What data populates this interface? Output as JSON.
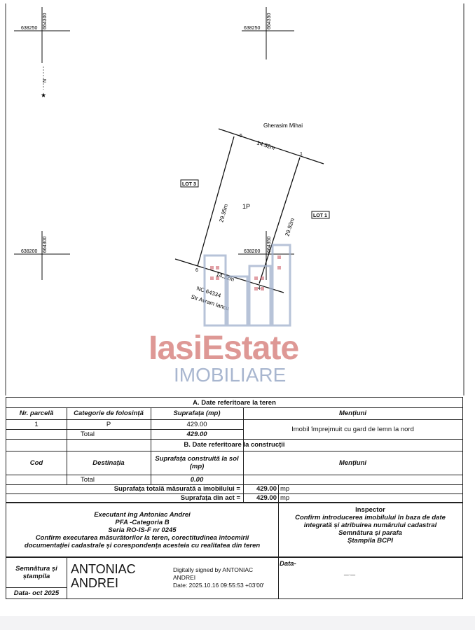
{
  "plan": {
    "corners": {
      "tl_x": "638250",
      "tl_y": "664300",
      "tr_x": "638250",
      "tr_y": "664350",
      "ml_x": "638200",
      "ml_y": "664300",
      "mr_x": "638200",
      "mr_y": "664350"
    },
    "neighbor_north": "Gherasim Mihai",
    "lot_left": "LOT 3",
    "lot_right": "LOT 1",
    "parcel_label": "1P",
    "dim_top": "14.32m",
    "dim_bottom": "14.32m",
    "dim_left": "29.95m",
    "dim_right": "29.92m",
    "point_1": "1",
    "point_4": "4",
    "point_5": "5",
    "point_6": "6",
    "nc_label": "NC 64334",
    "street_label": "Str Avram Iancu",
    "north_label": "N"
  },
  "watermark": {
    "line1": "IasiEstate",
    "line2": "IMOBILIARE",
    "red": "#c4453f",
    "blue": "#3f5e97"
  },
  "table": {
    "section_a": "A. Date referitoare la teren",
    "col_parcel": "Nr. parcelă",
    "col_use": "Categorie de folosință",
    "col_area": "Suprafața (mp)",
    "col_notes": "Mențiuni",
    "row1_parcel": "1",
    "row1_use": "P",
    "row1_area": "429.00",
    "row_total_label": "Total",
    "row_total_area": "429.00",
    "row1_note": "Imobil împrejmuit cu gard de lemn la nord",
    "section_b": "B. Date referitoare la construcții",
    "col_cod": "Cod",
    "col_dest": "Destinația",
    "col_built": "Suprafața construită la sol (mp)",
    "col_notes_b": "Mențiuni",
    "b_total_label": "Total",
    "b_total_val": "0.00",
    "measured_label": "Suprafața totală măsurată a imobilului =",
    "measured_val": "429.00",
    "measured_unit": "mp",
    "act_label": "Suprafața din act =",
    "act_val": "429.00",
    "act_unit": "mp"
  },
  "executant": {
    "l1": "Executant ing Antoniac Andrei",
    "l2": "PFA -Categoria B",
    "l3": "Seria RO-IS-F nr 0245",
    "l4": "Confirm executarea măsurătorilor la teren, corectitudinea întocmirii",
    "l5": "documentației cadastrale și corespondența acesteia cu realitatea din teren"
  },
  "inspector": {
    "l1": "Inspector",
    "l2": "Confirm introducerea imobilului în baza de date",
    "l3": "integrată și atribuirea numărului cadastral",
    "l4": "Semnătura și parafa",
    "l5": "Ștampila BCPI"
  },
  "signature": {
    "label1": "Semnătura și",
    "label2": "ștampila",
    "date_label": "Data- oct 2025",
    "name1": "ANTONIAC",
    "name2": "ANDREI",
    "dig1": "Digitally signed by ANTONIAC",
    "dig2": "ANDREI",
    "dig3": "Date: 2025.10.16 09:55:53 +03'00'",
    "data_label": "Data-",
    "data_dash": "—·—"
  }
}
